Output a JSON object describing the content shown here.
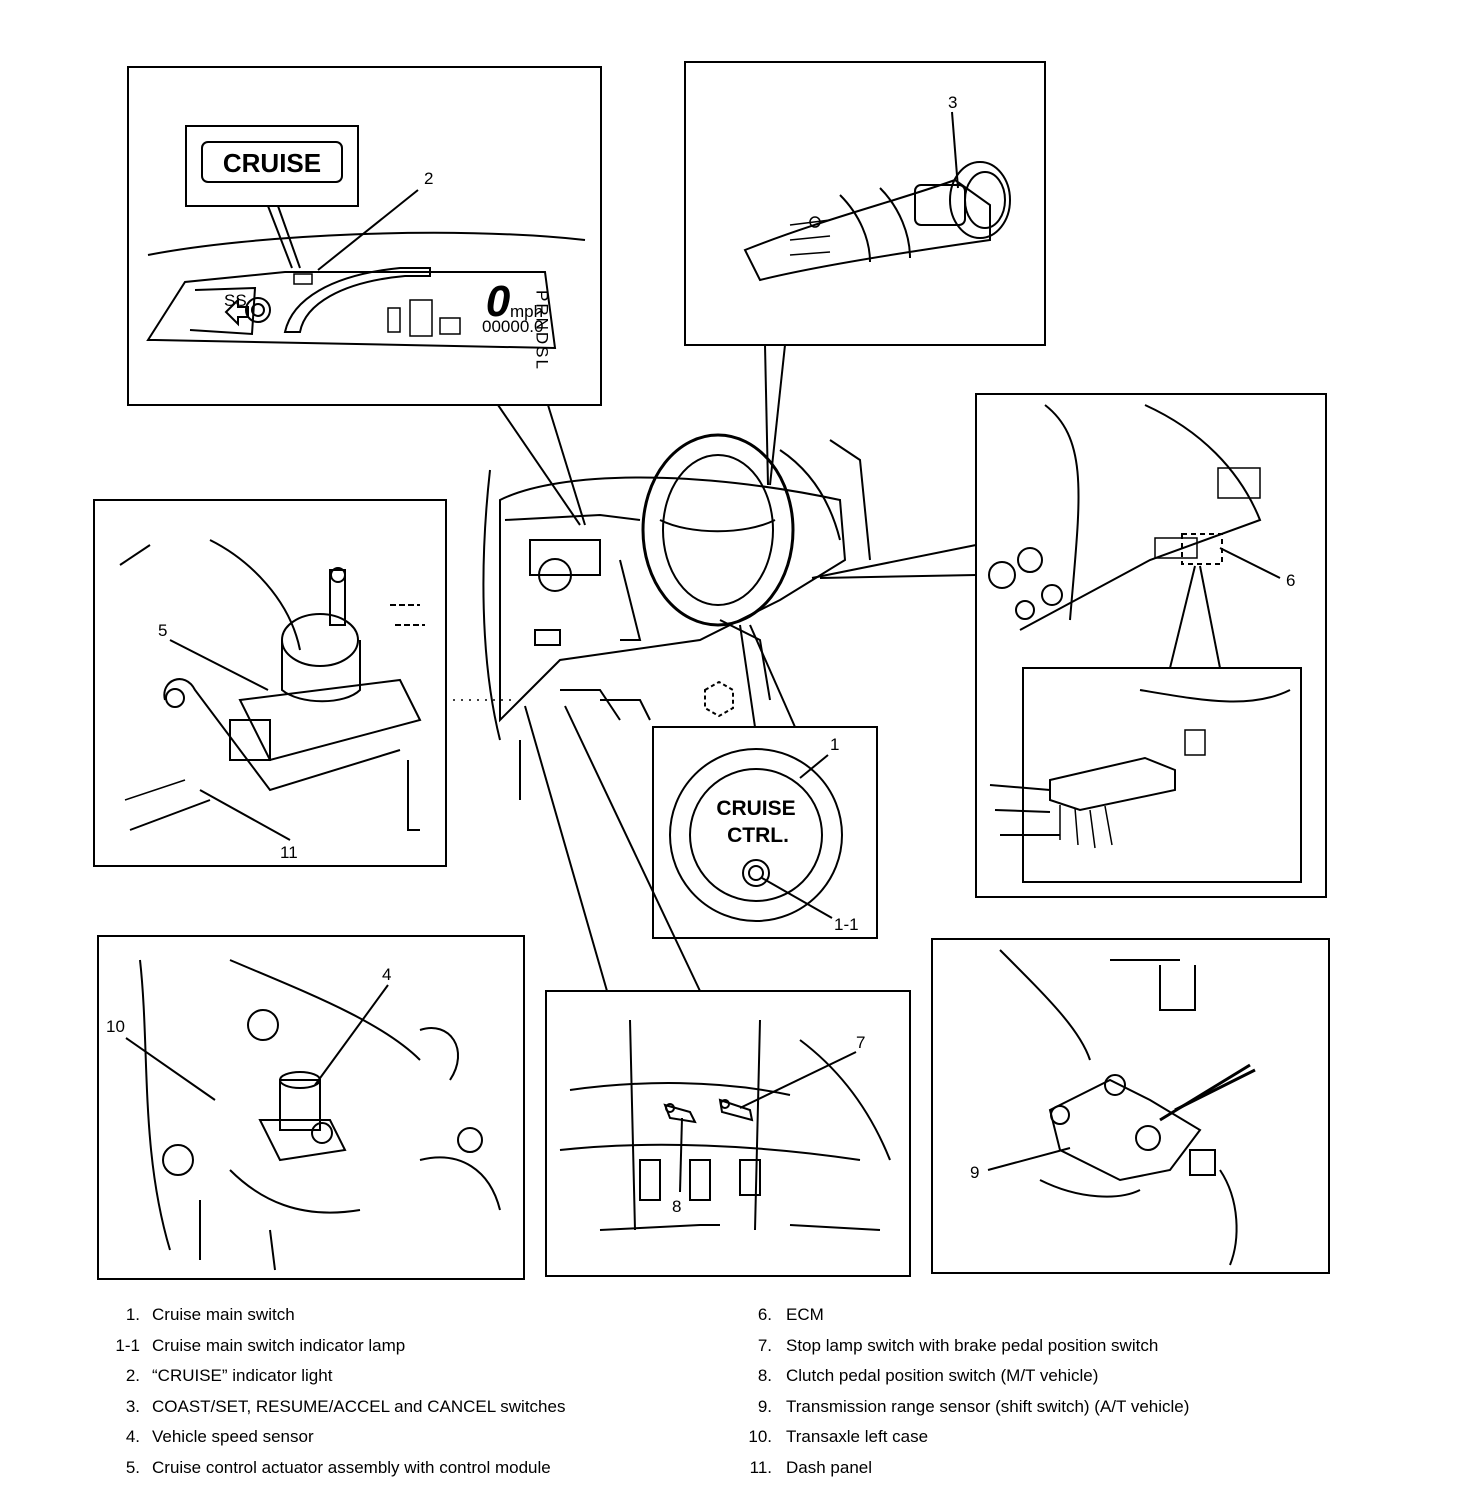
{
  "panels": {
    "cluster": {
      "cruise_badge": "CRUISE",
      "callout": "2",
      "speed_digit": "0",
      "speed_unit": "mph",
      "gear_letters": "PRNDSL",
      "odometer": "00000.0"
    },
    "stalk": {
      "callout": "3"
    },
    "ecm": {
      "callout": "6"
    },
    "actuator": {
      "callouts": [
        "5",
        "11"
      ]
    },
    "main_switch": {
      "line1": "CRUISE",
      "line2": "CTRL.",
      "callouts": [
        "1",
        "1-1"
      ]
    },
    "speed_sensor": {
      "callouts": [
        "4",
        "10"
      ]
    },
    "pedals": {
      "callouts": [
        "7",
        "8"
      ]
    },
    "range_sensor": {
      "callouts": [
        "9"
      ]
    }
  },
  "legend": {
    "left": [
      {
        "num": "1.",
        "text": "Cruise main switch"
      },
      {
        "num": "1-1",
        "text": "Cruise main switch indicator lamp"
      },
      {
        "num": "2.",
        "text": "“CRUISE” indicator light"
      },
      {
        "num": "3.",
        "text": "COAST/SET, RESUME/ACCEL and CANCEL switches"
      },
      {
        "num": "4.",
        "text": "Vehicle speed sensor"
      },
      {
        "num": "5.",
        "text": "Cruise control actuator assembly with control module"
      }
    ],
    "right": [
      {
        "num": "6.",
        "text": "ECM"
      },
      {
        "num": "7.",
        "text": "Stop lamp switch with brake pedal position switch"
      },
      {
        "num": "8.",
        "text": "Clutch pedal position switch (M/T vehicle)"
      },
      {
        "num": "9.",
        "text": "Transmission range sensor (shift switch) (A/T vehicle)"
      },
      {
        "num": "10.",
        "text": "Transaxle left case"
      },
      {
        "num": "11.",
        "text": "Dash panel"
      }
    ]
  }
}
